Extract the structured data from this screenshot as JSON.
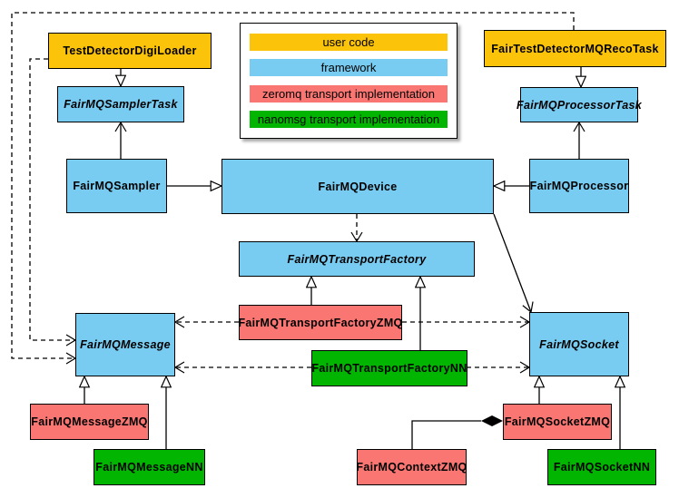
{
  "legend": {
    "items": [
      {
        "label": "user code",
        "category": "user"
      },
      {
        "label": "framework",
        "category": "framework"
      },
      {
        "label": "zeromq transport implementation",
        "category": "zeromq"
      },
      {
        "label": "nanomsg transport implementation",
        "category": "nanomsg"
      }
    ]
  },
  "palette": {
    "user": "#FCC30B",
    "framework": "#79CCF1",
    "zeromq": "#FA7672",
    "nanomsg": "#01B501"
  },
  "classes": [
    {
      "id": "digiloader",
      "label": "TestDetectorDigiLoader",
      "category": "user",
      "abstract": false
    },
    {
      "id": "recotask",
      "label": "FairTestDetectorMQRecoTask",
      "category": "user",
      "abstract": false
    },
    {
      "id": "samplertask",
      "label": "FairMQSamplerTask",
      "category": "framework",
      "abstract": true
    },
    {
      "id": "processortask",
      "label": "FairMQProcessorTask",
      "category": "framework",
      "abstract": true
    },
    {
      "id": "sampler",
      "label": "FairMQSampler",
      "category": "framework",
      "abstract": false
    },
    {
      "id": "device",
      "label": "FairMQDevice",
      "category": "framework",
      "abstract": false
    },
    {
      "id": "processor",
      "label": "FairMQProcessor",
      "category": "framework",
      "abstract": false
    },
    {
      "id": "transportfactory",
      "label": "FairMQTransportFactory",
      "category": "framework",
      "abstract": true
    },
    {
      "id": "factoryzmq",
      "label": "FairMQTransportFactoryZMQ",
      "category": "zeromq",
      "abstract": false
    },
    {
      "id": "factorynn",
      "label": "FairMQTransportFactoryNN",
      "category": "nanomsg",
      "abstract": false
    },
    {
      "id": "message",
      "label": "FairMQMessage",
      "category": "framework",
      "abstract": true
    },
    {
      "id": "socket",
      "label": "FairMQSocket",
      "category": "framework",
      "abstract": true
    },
    {
      "id": "messagezmq",
      "label": "FairMQMessageZMQ",
      "category": "zeromq",
      "abstract": false
    },
    {
      "id": "messagenn",
      "label": "FairMQMessageNN",
      "category": "nanomsg",
      "abstract": false
    },
    {
      "id": "contextzmq",
      "label": "FairMQContextZMQ",
      "category": "zeromq",
      "abstract": false
    },
    {
      "id": "socketzmq",
      "label": "FairMQSocketZMQ",
      "category": "zeromq",
      "abstract": false
    },
    {
      "id": "socketnn",
      "label": "FairMQSocketNN",
      "category": "nanomsg",
      "abstract": false
    }
  ],
  "relationships": [
    {
      "from": "TestDetectorDigiLoader",
      "to": "FairMQSamplerTask",
      "type": "inheritance"
    },
    {
      "from": "FairTestDetectorMQRecoTask",
      "to": "FairMQProcessorTask",
      "type": "inheritance"
    },
    {
      "from": "FairMQSampler",
      "to": "FairMQDevice",
      "type": "inheritance"
    },
    {
      "from": "FairMQProcessor",
      "to": "FairMQDevice",
      "type": "inheritance"
    },
    {
      "from": "FairMQSampler",
      "to": "FairMQSamplerTask",
      "type": "association"
    },
    {
      "from": "FairMQProcessor",
      "to": "FairMQProcessorTask",
      "type": "association"
    },
    {
      "from": "FairMQDevice",
      "to": "FairMQTransportFactory",
      "type": "dependency"
    },
    {
      "from": "FairMQDevice",
      "to": "FairMQSocket",
      "type": "association"
    },
    {
      "from": "FairTestDetectorMQRecoTask",
      "to": "FairMQMessage",
      "type": "dependency"
    },
    {
      "from": "TestDetectorDigiLoader",
      "to": "FairMQMessage",
      "type": "dependency"
    },
    {
      "from": "FairMQTransportFactoryZMQ",
      "to": "FairMQTransportFactory",
      "type": "inheritance"
    },
    {
      "from": "FairMQTransportFactoryNN",
      "to": "FairMQTransportFactory",
      "type": "inheritance"
    },
    {
      "from": "FairMQTransportFactoryZMQ",
      "to": "FairMQMessage",
      "type": "dependency"
    },
    {
      "from": "FairMQTransportFactoryZMQ",
      "to": "FairMQSocket",
      "type": "dependency"
    },
    {
      "from": "FairMQTransportFactoryNN",
      "to": "FairMQMessage",
      "type": "dependency"
    },
    {
      "from": "FairMQTransportFactoryNN",
      "to": "FairMQSocket",
      "type": "dependency"
    },
    {
      "from": "FairMQMessageZMQ",
      "to": "FairMQMessage",
      "type": "inheritance"
    },
    {
      "from": "FairMQMessageNN",
      "to": "FairMQMessage",
      "type": "inheritance"
    },
    {
      "from": "FairMQSocketZMQ",
      "to": "FairMQSocket",
      "type": "inheritance"
    },
    {
      "from": "FairMQSocketNN",
      "to": "FairMQSocket",
      "type": "inheritance"
    },
    {
      "from": "FairMQSocketZMQ",
      "to": "FairMQContextZMQ",
      "type": "composition"
    }
  ]
}
